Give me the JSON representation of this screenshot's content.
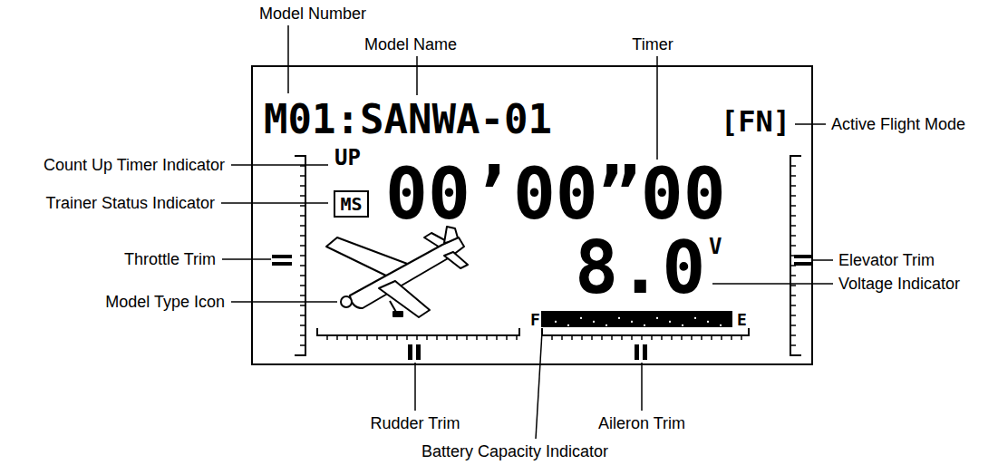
{
  "diagram": {
    "nodes": [
      {
        "text": [
          "M01:SANWA-01",
          "[FN]",
          "UP",
          "00’00”00",
          "8.0",
          "V",
          "F",
          "E"
        ]
      },
      {
        "text": [
          "MS"
        ],
        "in": 0
      }
    ],
    "labels": [
      "Model Number",
      "Model Name",
      "Timer",
      "Active Flight Mode",
      "Count Up Timer Indicator",
      "Trainer Status Indicator",
      "Throttle Trim",
      "Model Type Icon",
      "Elevator Trim",
      "Voltage Indicator",
      "Rudder Trim",
      "Aileron Trim",
      "Battery Capacity Indicator"
    ]
  }
}
